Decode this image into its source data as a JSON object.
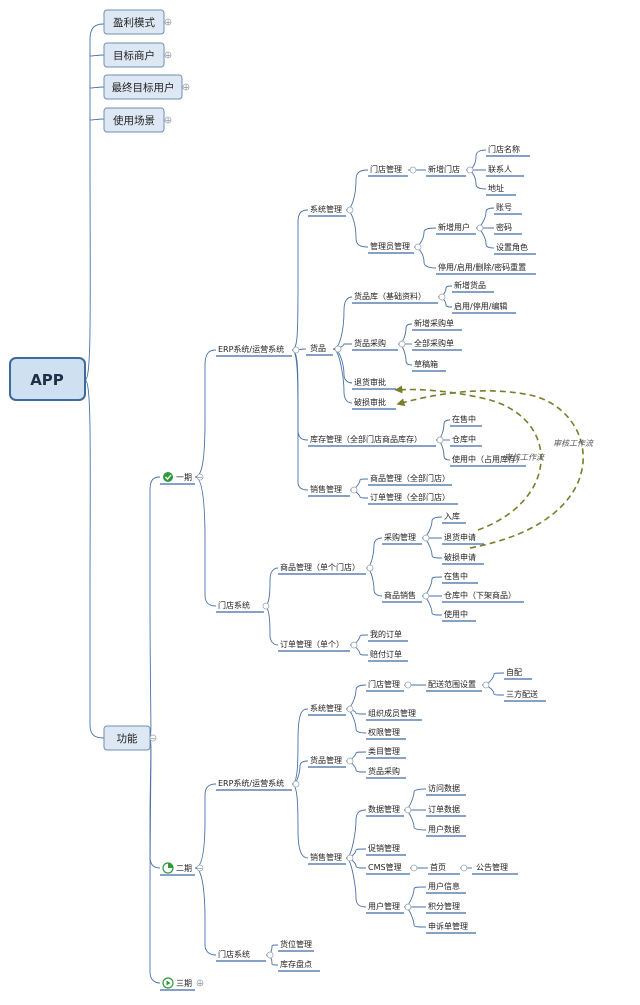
{
  "root": "APP",
  "top_branches": [
    "盈利模式",
    "目标商户",
    "最终目标用户",
    "使用场景",
    "功能"
  ],
  "phases": {
    "p1": "一期",
    "p2": "二期",
    "p3": "三期"
  },
  "p1": {
    "erp": "ERP系统/运营系统",
    "sys": "系统管理",
    "store_mgmt": "门店管理",
    "new_store": "新增门店",
    "store_name": "门店名称",
    "contact": "联系人",
    "address": "地址",
    "admin_mgmt": "管理员管理",
    "new_user": "新增用户",
    "account": "账号",
    "password": "密码",
    "set_role": "设置角色",
    "user_ops": "停用/启用/删除/密码重置",
    "goods": "货品",
    "goods_lib": "货品库（基础资料）",
    "new_goods": "新增货品",
    "goods_ops": "启用/停用/编辑",
    "purchase": "货品采购",
    "new_po": "新增采购单",
    "all_po": "全部采购单",
    "draft": "草稿箱",
    "return_approve": "退货审批",
    "damage_approve": "破损审批",
    "stock_mgmt": "库存管理（全部门店商品库存）",
    "on_sale": "在售中",
    "in_warehouse": "仓库中",
    "in_use": "使用中（占用库存）",
    "sales_mgmt": "销售管理",
    "product_all": "商品管理（全部门店）",
    "order_all": "订单管理（全部门店）",
    "store_sys": "门店系统",
    "product_single": "商品管理（单个门店）",
    "buy_mgmt": "采购管理",
    "inbound": "入库",
    "return_req": "退货申请",
    "damage_req": "破损申请",
    "product_sales": "商品销售",
    "s_on_sale": "在售中",
    "s_in_warehouse": "仓库中（下架商品）",
    "s_in_use": "使用中",
    "order_single": "订单管理（单个）",
    "my_orders": "我的订单",
    "comp_orders": "赔付订单",
    "workflow_a": "审核工作流",
    "workflow_b": "审核工作流"
  },
  "p2": {
    "erp": "ERP系统/运营系统",
    "sys": "系统管理",
    "store_mgmt": "门店管理",
    "delivery": "配送范围设置",
    "self_delivery": "自配",
    "third_delivery": "三方配送",
    "org_mgmt": "组织成员管理",
    "perm_mgmt": "权限管理",
    "goods_mgmt": "货品管理",
    "category_mgmt": "类目管理",
    "goods_purchase": "货品采购",
    "sales_mgmt": "销售管理",
    "data_mgmt": "数据管理",
    "visit_data": "访问数据",
    "order_data": "订单数据",
    "user_data": "用户数据",
    "promo_mgmt": "促销管理",
    "cms_mgmt": "CMS管理",
    "homepage": "首页",
    "notice_mgmt": "公告管理",
    "user_mgmt": "用户管理",
    "user_info": "用户信息",
    "points_mgmt": "积分管理",
    "complaint_mgmt": "申诉单管理",
    "store_sys": "门店系统",
    "location_mgmt": "货位管理",
    "stocktake": "库存盘点"
  }
}
